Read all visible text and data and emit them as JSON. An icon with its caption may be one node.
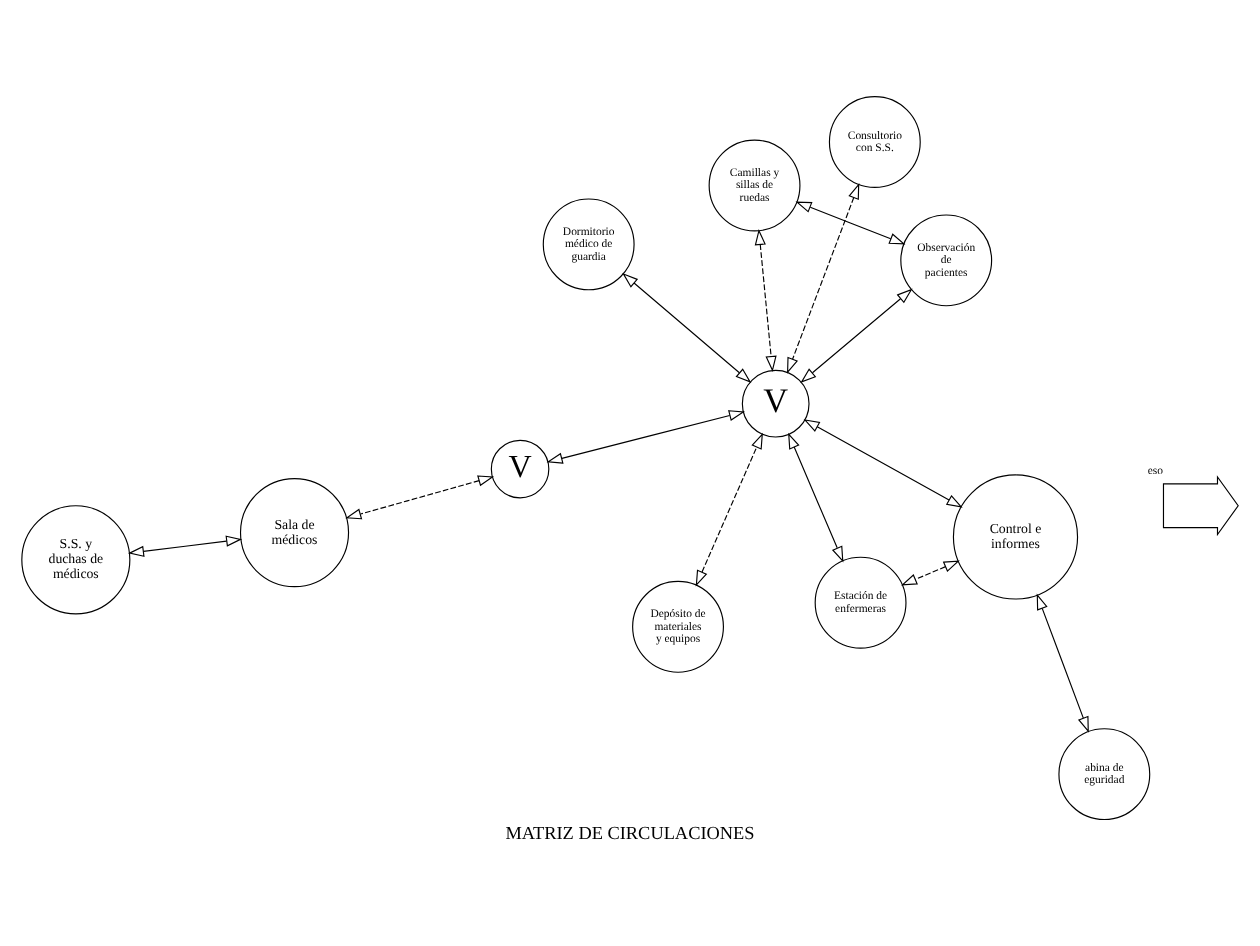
{
  "diagram": {
    "title": "MATRIZ DE CIRCULACIONES",
    "nodes": [
      {
        "text": [
          "Camillas y sillas de ruedas"
        ]
      },
      {
        "text": [
          "Observación de pacientes"
        ]
      },
      {
        "text": [
          "Depósito de materiales y equipos"
        ]
      },
      {
        "text": [
          "Consultorio con S.S."
        ]
      },
      {
        "text": [
          "V"
        ]
      },
      {
        "text": [
          "Dormitorio médico de guardia"
        ]
      },
      {
        "text": [
          "abina de eguridad"
        ]
      },
      {
        "text": [
          "Control e informes"
        ]
      },
      {
        "text": [
          "Estación de enfermeras"
        ]
      },
      {
        "text": [
          "V"
        ]
      },
      {
        "text": [
          "Sala de médicos"
        ]
      },
      {
        "text": [
          "S.S. y duchas de médicos"
        ]
      },
      {
        "text": [],
        "shape": "arrow",
        "beside": [
          "eso"
        ]
      }
    ],
    "edges": [
      {
        "from": 0,
        "to": 1,
        "arrow": "both"
      },
      {
        "from": 0,
        "to": 4,
        "arrow": "both",
        "style": "dashed"
      },
      {
        "from": 1,
        "to": 4,
        "arrow": "both"
      },
      {
        "from": 2,
        "to": 4,
        "arrow": "both",
        "style": "dashed"
      },
      {
        "from": 3,
        "to": 4,
        "arrow": "both",
        "style": "dashed"
      },
      {
        "from": 4,
        "to": 5,
        "arrow": "both"
      },
      {
        "from": 4,
        "to": 7,
        "arrow": "both"
      },
      {
        "from": 4,
        "to": 8,
        "arrow": "both"
      },
      {
        "from": 4,
        "to": 9,
        "arrow": "both"
      },
      {
        "from": 6,
        "to": 7,
        "arrow": "both"
      },
      {
        "from": 7,
        "to": 8,
        "arrow": "both",
        "style": "dashed"
      },
      {
        "from": 9,
        "to": 10,
        "arrow": "both",
        "style": "dashed"
      },
      {
        "from": 10,
        "to": 11,
        "arrow": "both"
      }
    ]
  }
}
